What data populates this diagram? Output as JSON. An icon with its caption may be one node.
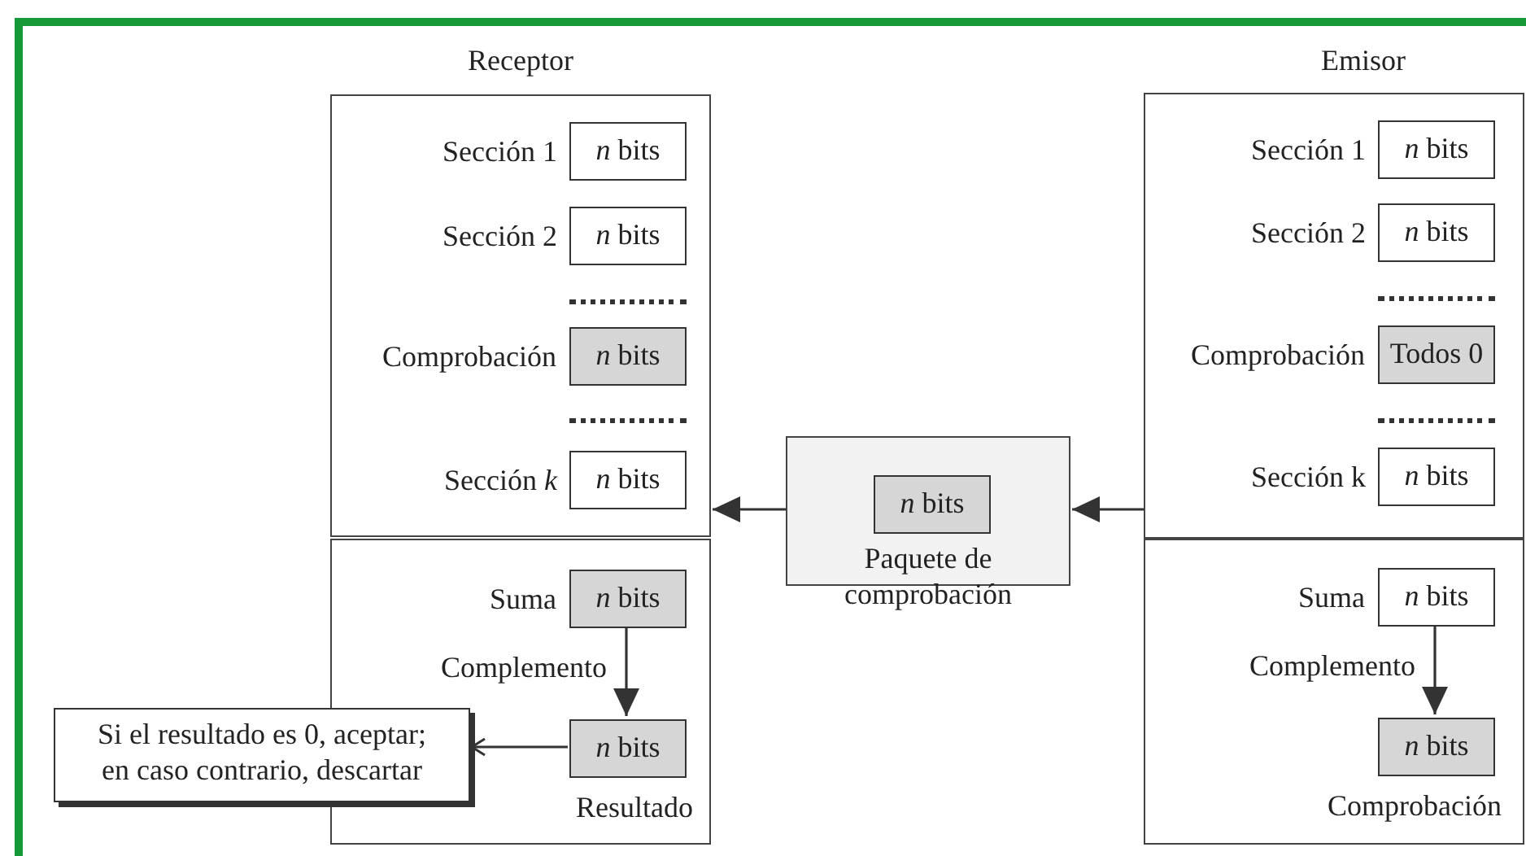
{
  "diagram": {
    "nodes": [
      {
        "text": [
          "Receptor"
        ]
      },
      {
        "text": [
          "*n* bits"
        ],
        "beside": [
          "Sección 1"
        ],
        "in": 0
      },
      {
        "text": [
          "*n* bits"
        ],
        "beside": [
          "Sección 2"
        ],
        "in": 0
      },
      {
        "text": [
          "*n* bits"
        ],
        "beside": [
          "Comprobación"
        ],
        "in": 0
      },
      {
        "text": [
          "*n* bits"
        ],
        "beside": [
          "Sección *k*"
        ],
        "in": 0
      },
      {
        "text": [],
        "shape": "box"
      },
      {
        "text": [
          "*n* bits"
        ],
        "beside": [
          "Suma"
        ],
        "in": 5
      },
      {
        "text": [
          "*n* bits"
        ],
        "beside": [
          "Resultado"
        ],
        "in": 5
      },
      {
        "text": [
          "Si el resultado es 0, aceptar; en caso contrario, descartar"
        ]
      },
      {
        "text": [
          "Paquete de comprobación"
        ]
      },
      {
        "text": [
          "*n* bits"
        ],
        "in": 9
      },
      {
        "text": [
          "Emisor"
        ]
      },
      {
        "text": [
          "*n* bits"
        ],
        "beside": [
          "Sección 1"
        ],
        "in": 11
      },
      {
        "text": [
          "*n* bits"
        ],
        "beside": [
          "Sección 2"
        ],
        "in": 11
      },
      {
        "text": [
          "Todos 0"
        ],
        "beside": [
          "Comprobación"
        ],
        "in": 11
      },
      {
        "text": [
          "*n* bits"
        ],
        "beside": [
          "Sección k"
        ],
        "in": 11
      },
      {
        "text": [],
        "shape": "box"
      },
      {
        "text": [
          "*n* bits"
        ],
        "beside": [
          "Suma"
        ],
        "in": 16
      },
      {
        "text": [
          "*n* bits"
        ],
        "beside": [
          "Comprobación"
        ],
        "in": 16
      }
    ],
    "edges": [
      {
        "from": 11,
        "to": 9,
        "arrow": "to"
      },
      {
        "from": 9,
        "to": 0,
        "arrow": "to"
      },
      {
        "from": 6,
        "to": 7,
        "arrow": "to",
        "label": "Complemento"
      },
      {
        "from": 7,
        "to": 8,
        "arrow": "to"
      },
      {
        "from": 17,
        "to": 18,
        "arrow": "to",
        "label": "Complemento"
      }
    ]
  }
}
